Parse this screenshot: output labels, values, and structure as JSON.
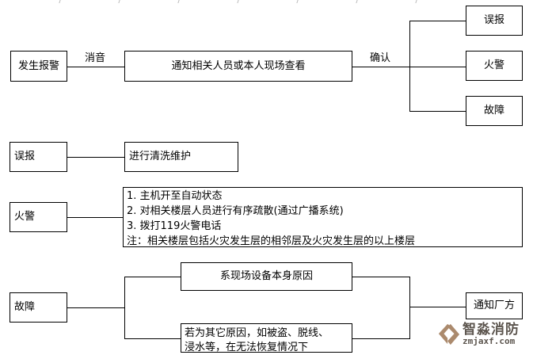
{
  "flow": {
    "start": "发生报警",
    "mute_label": "消音",
    "notify": "通知相关人员或本人现场查看",
    "confirm_label": "确认",
    "outcomes": [
      "误报",
      "火警",
      "故障"
    ],
    "false_alarm": {
      "trigger": "误报",
      "action": "进行清洗维护"
    },
    "fire": {
      "trigger": "火警",
      "steps": [
        "1. 主机开至自动状态",
        "2. 对相关楼层人员进行有序疏散(通过广播系统)",
        "3. 拨打119火警电话",
        "注：相关楼层包括火灾发生层的相邻层及火灾发生层的以上楼层"
      ]
    },
    "fault": {
      "trigger": "故障",
      "case_equipment": "系现场设备本身原因",
      "case_other_line1": "若为其它原因，如被盗、脱线、",
      "case_other_line2": "浸水等，在无法恢复情况下",
      "result": "通知厂方"
    }
  },
  "watermark": {
    "brand": "智淼消防",
    "domain": "zmjaxf.com"
  },
  "colors": {
    "line": "#000000",
    "logo_icon": "#ab8a6d",
    "logo_text": "#5d564f"
  }
}
